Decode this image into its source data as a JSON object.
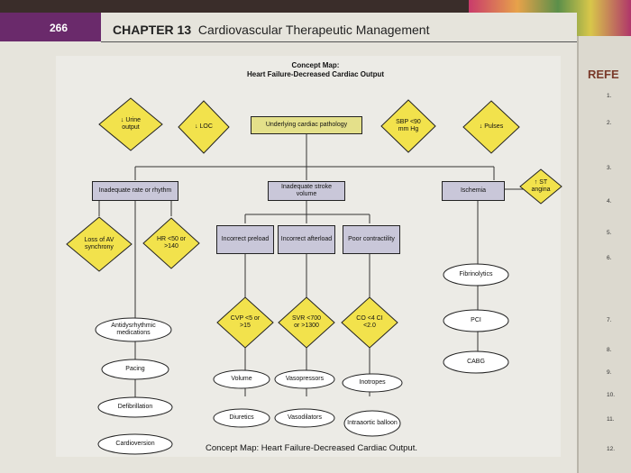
{
  "header": {
    "page_number": "266",
    "chapter_label": "CHAPTER 13",
    "chapter_title": "Cardiovascular Therapeutic Management"
  },
  "concept_map": {
    "title_line1": "Concept Map:",
    "title_line2": "Heart Failure-Decreased Cardiac Output",
    "top_diamonds": [
      "↓ Urine output",
      "↓ LOC",
      "SBP <90 mm Hg",
      "↓ Pulses"
    ],
    "root": "Underlying cardiac pathology",
    "categories": [
      "Inadequate rate or rhythm",
      "Inadequate stroke volume",
      "Ischemia"
    ],
    "st_angina": "↑ ST angina",
    "rate_diamonds": [
      "Loss of AV synchrony",
      "HR <50 or >140"
    ],
    "sv_subcats": [
      "Incorrect preload",
      "Incorrect afterload",
      "Poor contractility"
    ],
    "sv_diamonds": [
      "CVP <5 or >15",
      "SVR <700 or >1300",
      "CO <4 CI <2.0"
    ],
    "rate_treatments": [
      "Antidysrhythmic medications",
      "Pacing",
      "Defibrillation",
      "Cardioversion"
    ],
    "preload_treatments": [
      "Volume",
      "Diuretics"
    ],
    "afterload_treatments": [
      "Vasopressors",
      "Vasodilators"
    ],
    "contractility_treatments": [
      "Inotropes",
      "Intraaortic balloon"
    ],
    "ischemia_treatments": [
      "Fibrinolytics",
      "PCI",
      "CABG"
    ],
    "colors": {
      "diamond": "#f2e24c",
      "box": "#c9c7d9",
      "ellipse": "#ffffff",
      "line": "#333333"
    }
  },
  "caption": "Concept Map: Heart Failure-Decreased Cardiac Output.",
  "right_page": {
    "title": "REFE",
    "numbers": [
      "1.",
      "2.",
      "3.",
      "4.",
      "5.",
      "6.",
      "7.",
      "8.",
      "9.",
      "10.",
      "11.",
      "12."
    ]
  }
}
